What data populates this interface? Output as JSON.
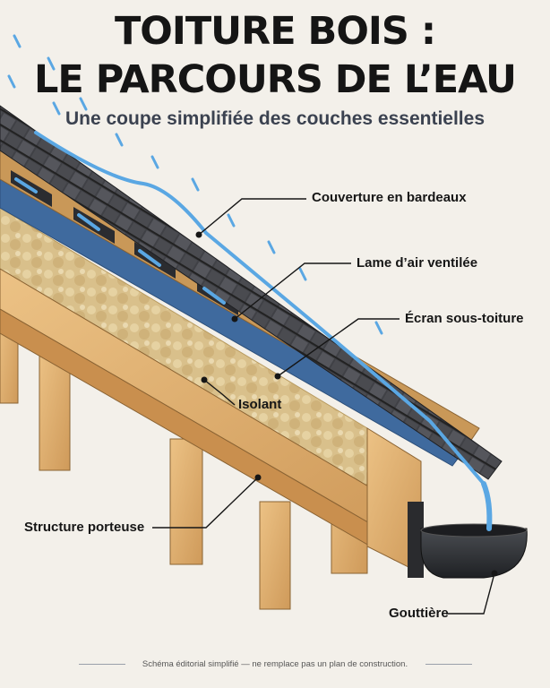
{
  "header": {
    "title_line1": "TOITURE BOIS :",
    "title_line2": "LE PARCOURS DE L’EAU",
    "subtitle": "Une coupe simplifiée des couches essentielles"
  },
  "labels": {
    "couverture": "Couverture en bardeaux",
    "lame_air": "Lame d’air ventilée",
    "ecran": "Écran sous-toiture",
    "isolant": "Isolant",
    "structure": "Structure porteuse",
    "gouttiere": "Gouttière"
  },
  "footer": {
    "note": "Schéma éditorial simplifié — ne remplace pas un plan de construction."
  },
  "colors": {
    "background": "#f3f0ea",
    "shingles": "#3a3b3f",
    "underlay": "#3f6a9e",
    "insulation": "#d8bf88",
    "wood": "#e0b070",
    "water": "#5aa7e3",
    "gutter": "#2e3034"
  }
}
